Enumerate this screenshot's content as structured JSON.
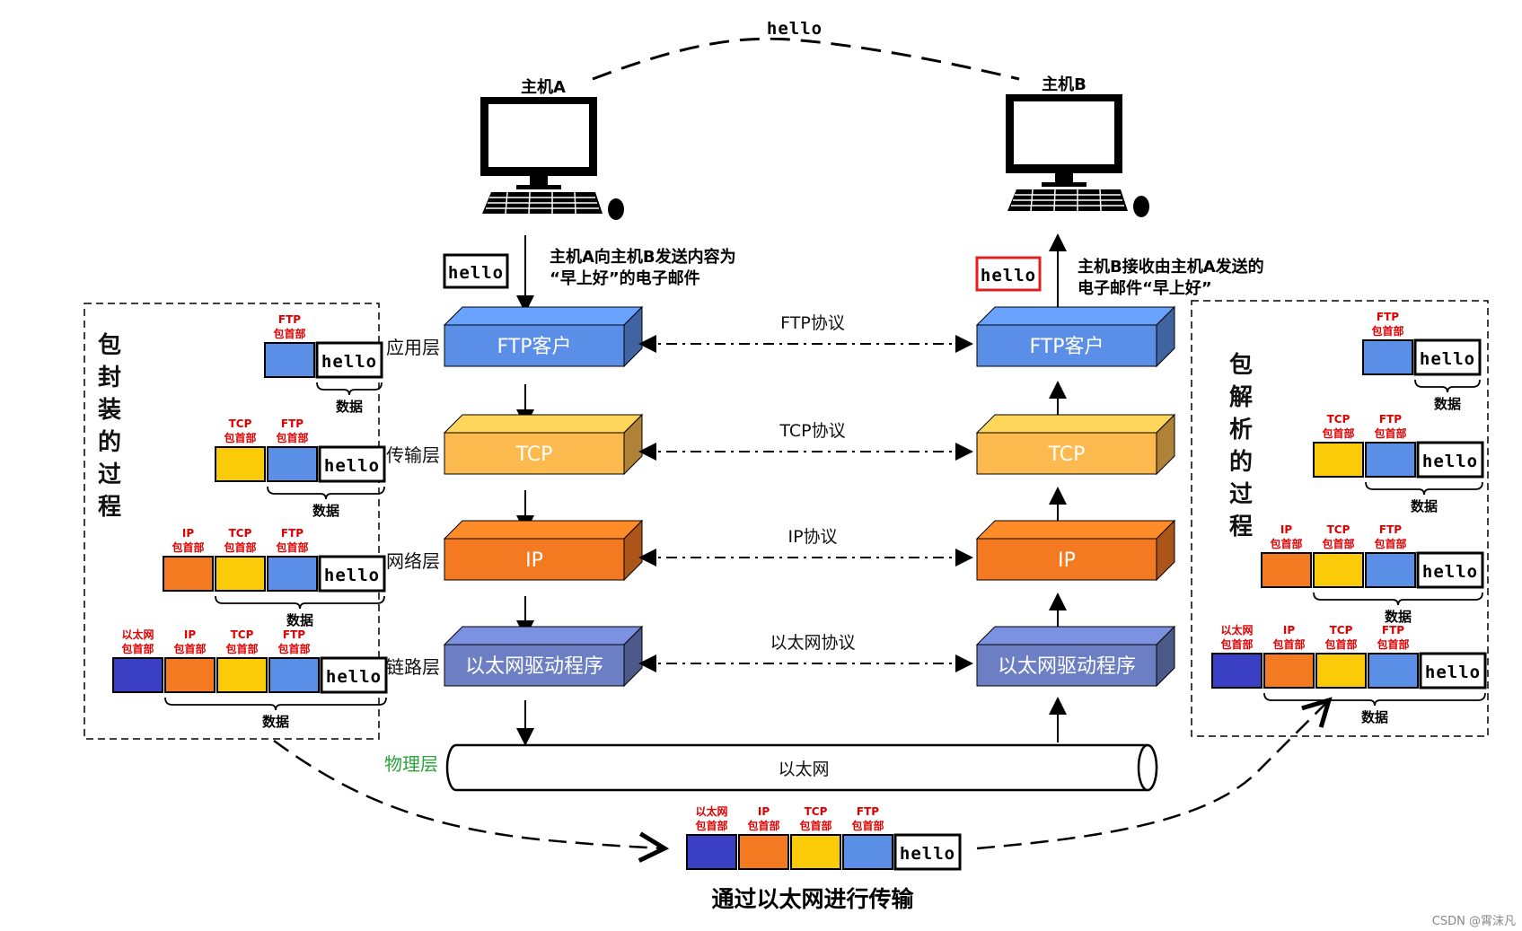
{
  "top_message": "hello",
  "host_a": {
    "label": "主机A",
    "caption_line1": "主机A向主机B发送内容为",
    "caption_line2": "“早上好”的电子邮件",
    "data": "hello"
  },
  "host_b": {
    "label": "主机B",
    "caption_line1": "主机B接收由主机A发送的",
    "caption_line2": "电子邮件“早上好”",
    "data": "hello"
  },
  "layers": [
    {
      "name": "应用层",
      "box": "FTP客户",
      "protocol": "FTP协议",
      "color": "#5b8ee6"
    },
    {
      "name": "传输层",
      "box": "TCP",
      "protocol": "TCP协议",
      "color": "#fbb94e"
    },
    {
      "name": "网络层",
      "box": "IP",
      "protocol": "IP协议",
      "color": "#f47a22"
    },
    {
      "name": "链路层",
      "box": "以太网驱动程序",
      "protocol": "以太网协议",
      "color": "#6c7fc4"
    }
  ],
  "physical": {
    "name": "物理层",
    "medium": "以太网",
    "name_color": "#2aa33a"
  },
  "encapsulation": {
    "title": [
      "包",
      "封",
      "装",
      "的",
      "过",
      "程"
    ]
  },
  "decapsulation": {
    "title": [
      "包",
      "解",
      "析",
      "的",
      "过",
      "程"
    ]
  },
  "headers": {
    "ftp": [
      "FTP",
      "包首部"
    ],
    "tcp": [
      "TCP",
      "包首部"
    ],
    "ip": [
      "IP",
      "包首部"
    ],
    "eth": [
      "以太网",
      "包首部"
    ]
  },
  "header_colors": {
    "ftp": "#5b8ee6",
    "tcp": "#fbcb0a",
    "ip": "#f47a22",
    "eth": "#3a3fc4"
  },
  "data_word": "hello",
  "data_label": "数据",
  "transmission_caption": "通过以太网进行传输",
  "watermark": "CSDN @霄沫凡"
}
